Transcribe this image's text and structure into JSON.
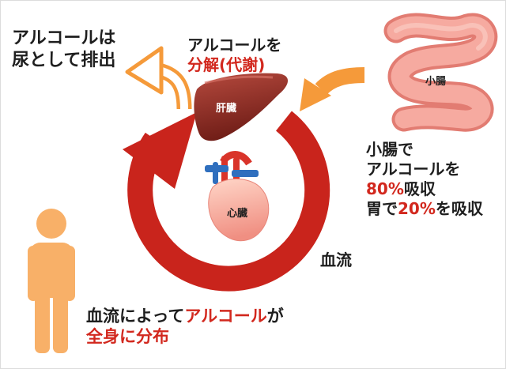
{
  "excrete": {
    "line1": "アルコールは",
    "line2": "尿として排出"
  },
  "decompose": {
    "line1": "アルコールを",
    "line2": "分解(代謝)"
  },
  "organs": {
    "liver": "肝臓",
    "heart": "心臓",
    "intestine": "小腸"
  },
  "absorb": {
    "line1": "小腸で",
    "line2": "アルコールを",
    "line3_pct": "80%",
    "line3_rest": "吸収",
    "line4_pre": "胃で",
    "line4_pct": "20%",
    "line4_rest": "を吸収"
  },
  "bloodflow": "血流",
  "distribute": {
    "line1_pre": "血流によって",
    "line1_red": "アルコール",
    "line1_post": "が",
    "line2": "全身に分布"
  },
  "colors": {
    "accent_red": "#d2281e",
    "cycle_red": "#c9241c",
    "orange": "#f59a3a",
    "person": "#f8b068",
    "intestine": "#f29890",
    "liver": "#8e2a22"
  }
}
